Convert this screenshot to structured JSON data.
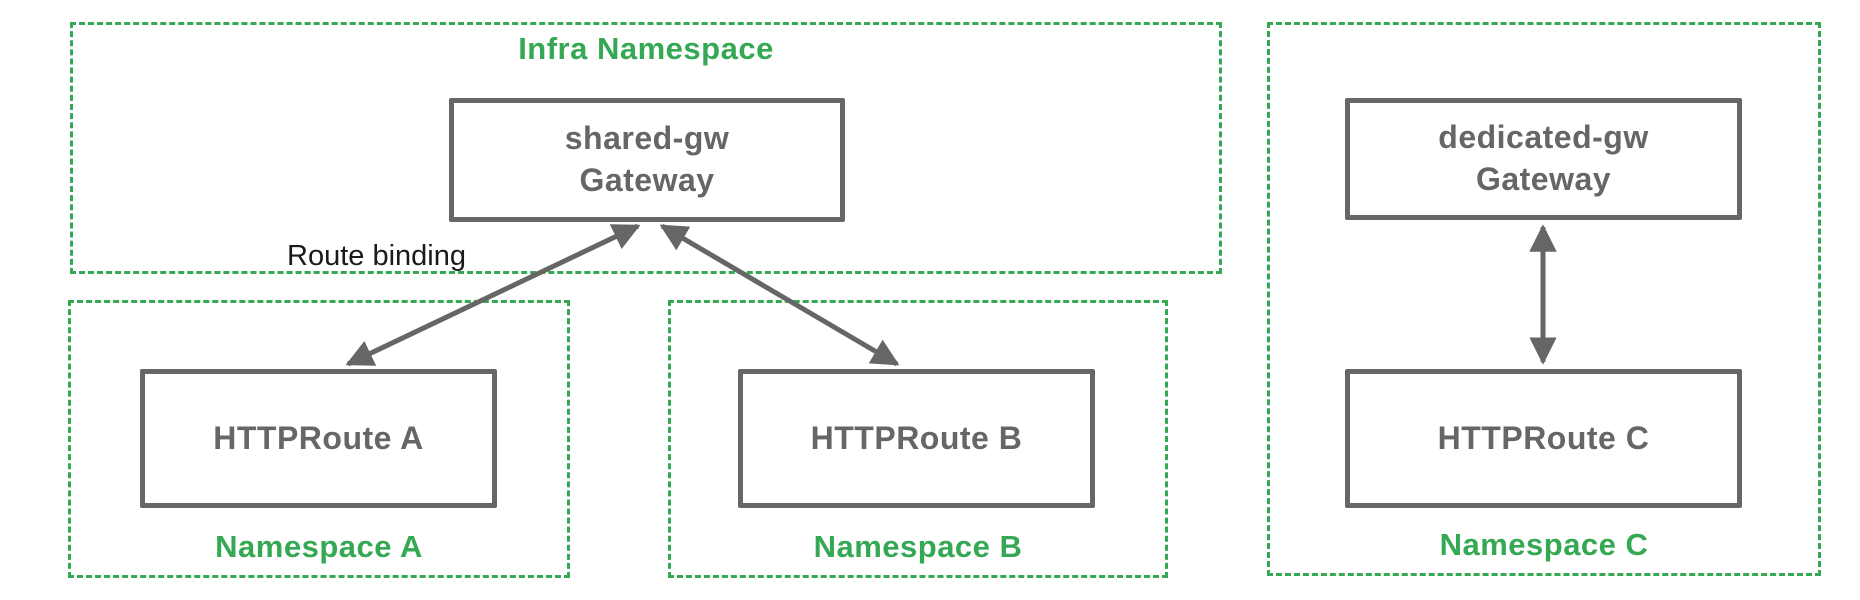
{
  "diagram": {
    "namespaces": {
      "infra": {
        "label": "Infra Namespace"
      },
      "a": {
        "label": "Namespace A"
      },
      "b": {
        "label": "Namespace B"
      },
      "c": {
        "label": "Namespace C"
      }
    },
    "nodes": {
      "shared_gw": {
        "line1": "shared-gw",
        "line2": "Gateway"
      },
      "dedicated_gw": {
        "line1": "dedicated-gw",
        "line2": "Gateway"
      },
      "route_a": {
        "label": "HTTPRoute A"
      },
      "route_b": {
        "label": "HTTPRoute B"
      },
      "route_c": {
        "label": "HTTPRoute C"
      }
    },
    "annotations": {
      "route_binding": "Route binding"
    },
    "edges": [
      {
        "from": "shared_gw",
        "to": "route_a",
        "style": "double-arrow"
      },
      {
        "from": "shared_gw",
        "to": "route_b",
        "style": "double-arrow"
      },
      {
        "from": "dedicated_gw",
        "to": "route_c",
        "style": "double-arrow"
      }
    ],
    "colors": {
      "namespace_green": "#34A853",
      "node_gray": "#666666",
      "arrow_gray": "#666666",
      "annotation_black": "#1a1a1a",
      "background": "#ffffff"
    }
  }
}
